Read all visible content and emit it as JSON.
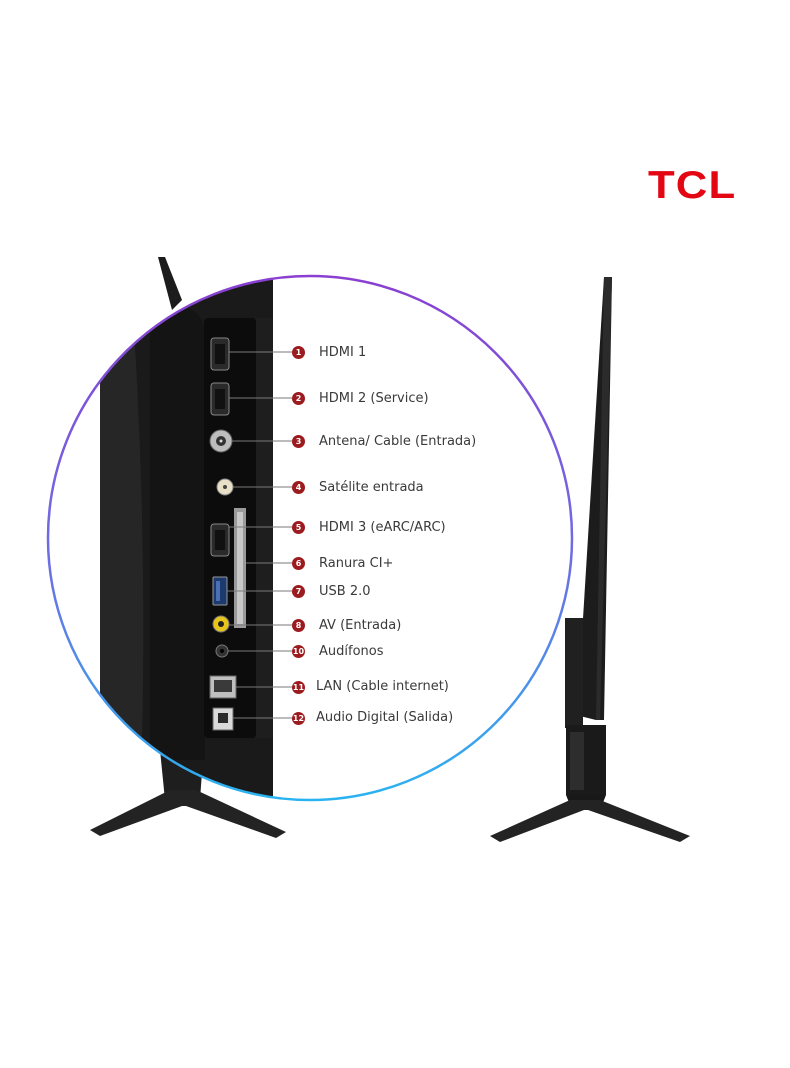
{
  "brand": {
    "logo_text": "TCL",
    "logo_color": "#e30613"
  },
  "colors": {
    "tv_body": "#1c1c1c",
    "tv_panel": "#0f0f0f",
    "marker": "#9b1b1f",
    "ring_top": "#8a3fd1",
    "ring_bottom": "#2ab3f0"
  },
  "ports": [
    {
      "num": "1",
      "label": "HDMI 1",
      "icon": "hdmi-port-icon"
    },
    {
      "num": "2",
      "label": "HDMI 2 (Service)",
      "icon": "hdmi-port-icon"
    },
    {
      "num": "3",
      "label": "Antena/ Cable (Entrada)",
      "icon": "antenna-coax-icon"
    },
    {
      "num": "4",
      "label": "Satélite entrada",
      "icon": "satellite-connector-icon"
    },
    {
      "num": "5",
      "label": "HDMI 3 (eARC/ARC)",
      "icon": "hdmi-port-icon"
    },
    {
      "num": "6",
      "label": "Ranura CI+",
      "icon": "ci-slot-icon"
    },
    {
      "num": "7",
      "label": "USB 2.0",
      "icon": "usb-port-icon"
    },
    {
      "num": "8",
      "label": "AV (Entrada)",
      "icon": "av-jack-icon"
    },
    {
      "num": "10",
      "label": "Audífonos",
      "icon": "headphone-jack-icon"
    },
    {
      "num": "11",
      "label": "LAN (Cable internet)",
      "icon": "ethernet-port-icon"
    },
    {
      "num": "12",
      "label": "Audio Digital (Salida)",
      "icon": "optical-port-icon"
    }
  ]
}
